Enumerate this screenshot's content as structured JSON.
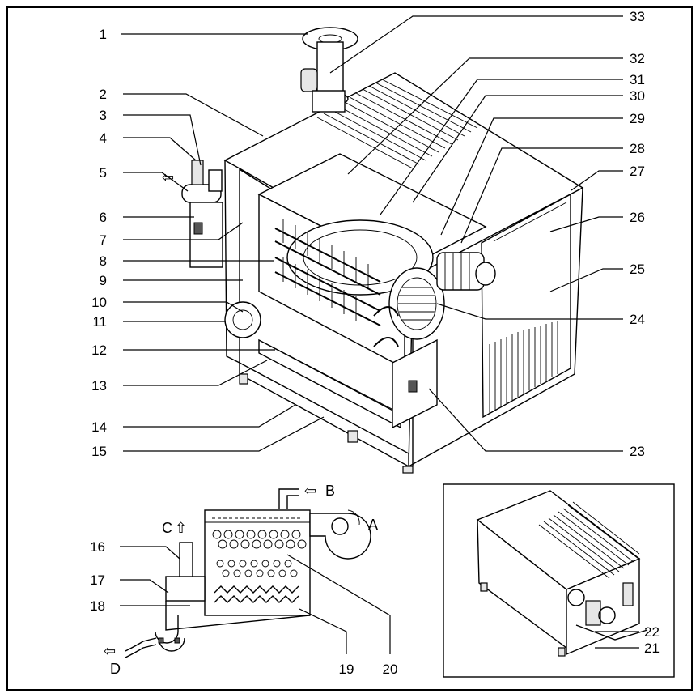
{
  "callouts_left": [
    "1",
    "2",
    "3",
    "4",
    "5",
    "6",
    "7",
    "8",
    "9",
    "10",
    "11",
    "12",
    "13",
    "14",
    "15"
  ],
  "callouts_right": [
    "33",
    "32",
    "31",
    "30",
    "29",
    "28",
    "27",
    "26",
    "25",
    "24",
    "23"
  ],
  "callouts_bottom": [
    "16",
    "17",
    "18",
    "19",
    "20"
  ],
  "callouts_inset": [
    "22",
    "21"
  ],
  "flow_labels": {
    "a": "A",
    "b": "B",
    "c": "C",
    "d": "D"
  },
  "arrow_glyphs": {
    "left": "⇦",
    "up": "⇧"
  }
}
